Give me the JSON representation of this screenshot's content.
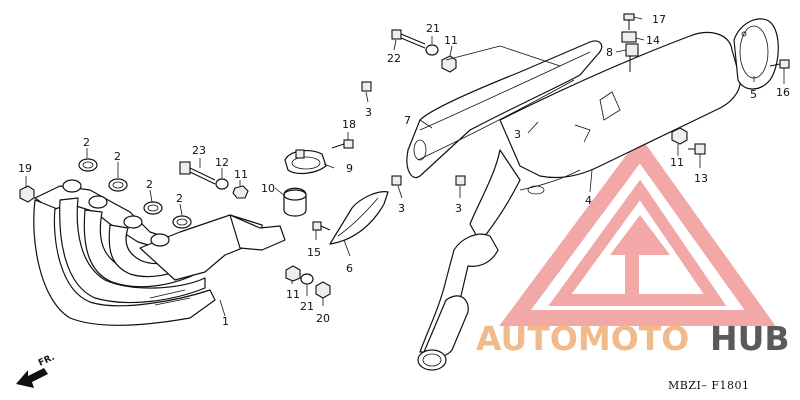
{
  "diagram": {
    "code": "MBZI– F1801",
    "direction_label": "FR.",
    "watermark": {
      "part1": "AUTOMOTO",
      "part2": "HUB",
      "color1": "#f2b98a",
      "color2": "#5a5a5a",
      "logo_color": "#ef8b8b"
    },
    "callouts": [
      {
        "id": "c1",
        "label": "1"
      },
      {
        "id": "c2a",
        "label": "2"
      },
      {
        "id": "c2b",
        "label": "2"
      },
      {
        "id": "c2c",
        "label": "2"
      },
      {
        "id": "c2d",
        "label": "2"
      },
      {
        "id": "c3a",
        "label": "3"
      },
      {
        "id": "c3b",
        "label": "3"
      },
      {
        "id": "c3c",
        "label": "3"
      },
      {
        "id": "c3d",
        "label": "3"
      },
      {
        "id": "c4",
        "label": "4"
      },
      {
        "id": "c5",
        "label": "5"
      },
      {
        "id": "c6",
        "label": "6"
      },
      {
        "id": "c7",
        "label": "7"
      },
      {
        "id": "c8",
        "label": "8"
      },
      {
        "id": "c9",
        "label": "9"
      },
      {
        "id": "c10",
        "label": "10"
      },
      {
        "id": "c11a",
        "label": "11"
      },
      {
        "id": "c11b",
        "label": "11"
      },
      {
        "id": "c11c",
        "label": "11"
      },
      {
        "id": "c11d",
        "label": "11"
      },
      {
        "id": "c12",
        "label": "12"
      },
      {
        "id": "c13",
        "label": "13"
      },
      {
        "id": "c14",
        "label": "14"
      },
      {
        "id": "c15",
        "label": "15"
      },
      {
        "id": "c16",
        "label": "16"
      },
      {
        "id": "c17",
        "label": "17"
      },
      {
        "id": "c18",
        "label": "18"
      },
      {
        "id": "c19",
        "label": "19"
      },
      {
        "id": "c20",
        "label": "20"
      },
      {
        "id": "c21a",
        "label": "21"
      },
      {
        "id": "c21b",
        "label": "21"
      },
      {
        "id": "c22",
        "label": "22"
      },
      {
        "id": "c23",
        "label": "23"
      }
    ]
  }
}
